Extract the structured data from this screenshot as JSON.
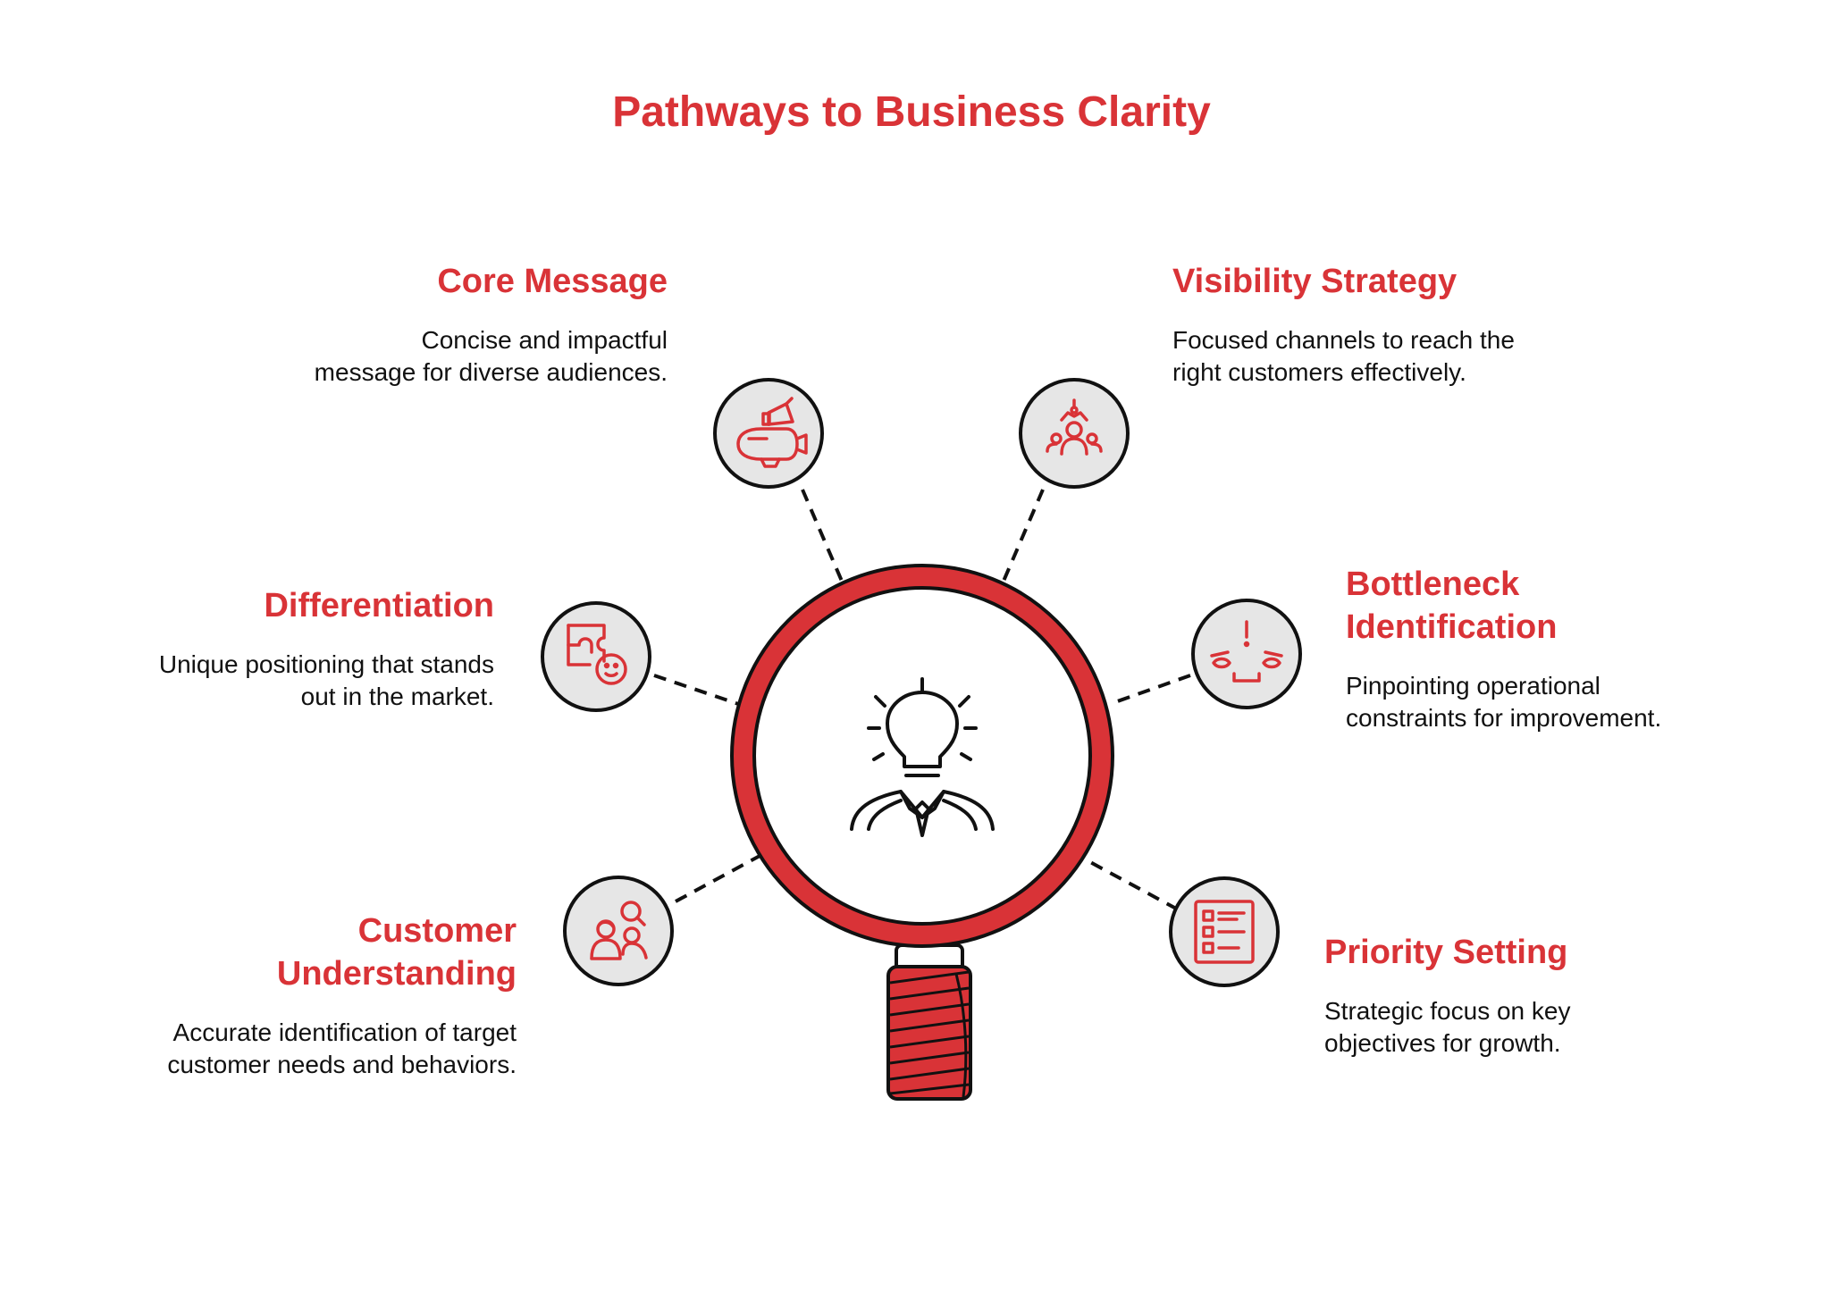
{
  "title": "Pathways to Business Clarity",
  "colors": {
    "accent": "#d93337",
    "icon_fill": "#e6e6e6",
    "outline": "#111111"
  },
  "center_icon": "lightbulb-person-icon",
  "nodes": [
    {
      "id": "core-message",
      "heading": "Core Message",
      "lines": [
        "Concise and impactful",
        "message for diverse audiences."
      ],
      "icon": "megaphone-icon"
    },
    {
      "id": "visibility-strategy",
      "heading": "Visibility Strategy",
      "lines": [
        "Focused channels to reach the",
        "right customers effectively."
      ],
      "icon": "audience-target-icon"
    },
    {
      "id": "differentiation",
      "heading": "Differentiation",
      "lines": [
        "Unique positioning that stands",
        "out in the market."
      ],
      "icon": "puzzle-face-icon"
    },
    {
      "id": "bottleneck-identification",
      "heading": "Bottleneck Identification",
      "heading_lines": [
        "Bottleneck",
        "Identification"
      ],
      "lines": [
        "Pinpointing operational",
        "constraints for improvement."
      ],
      "icon": "bottleneck-face-icon"
    },
    {
      "id": "customer-understanding",
      "heading": "Customer Understanding",
      "heading_lines": [
        "Customer",
        "Understanding"
      ],
      "lines": [
        "Accurate identification of target",
        "customer needs and behaviors."
      ],
      "icon": "customer-search-icon"
    },
    {
      "id": "priority-setting",
      "heading": "Priority Setting",
      "lines": [
        "Strategic focus on key",
        "objectives for growth."
      ],
      "icon": "checklist-icon"
    }
  ]
}
